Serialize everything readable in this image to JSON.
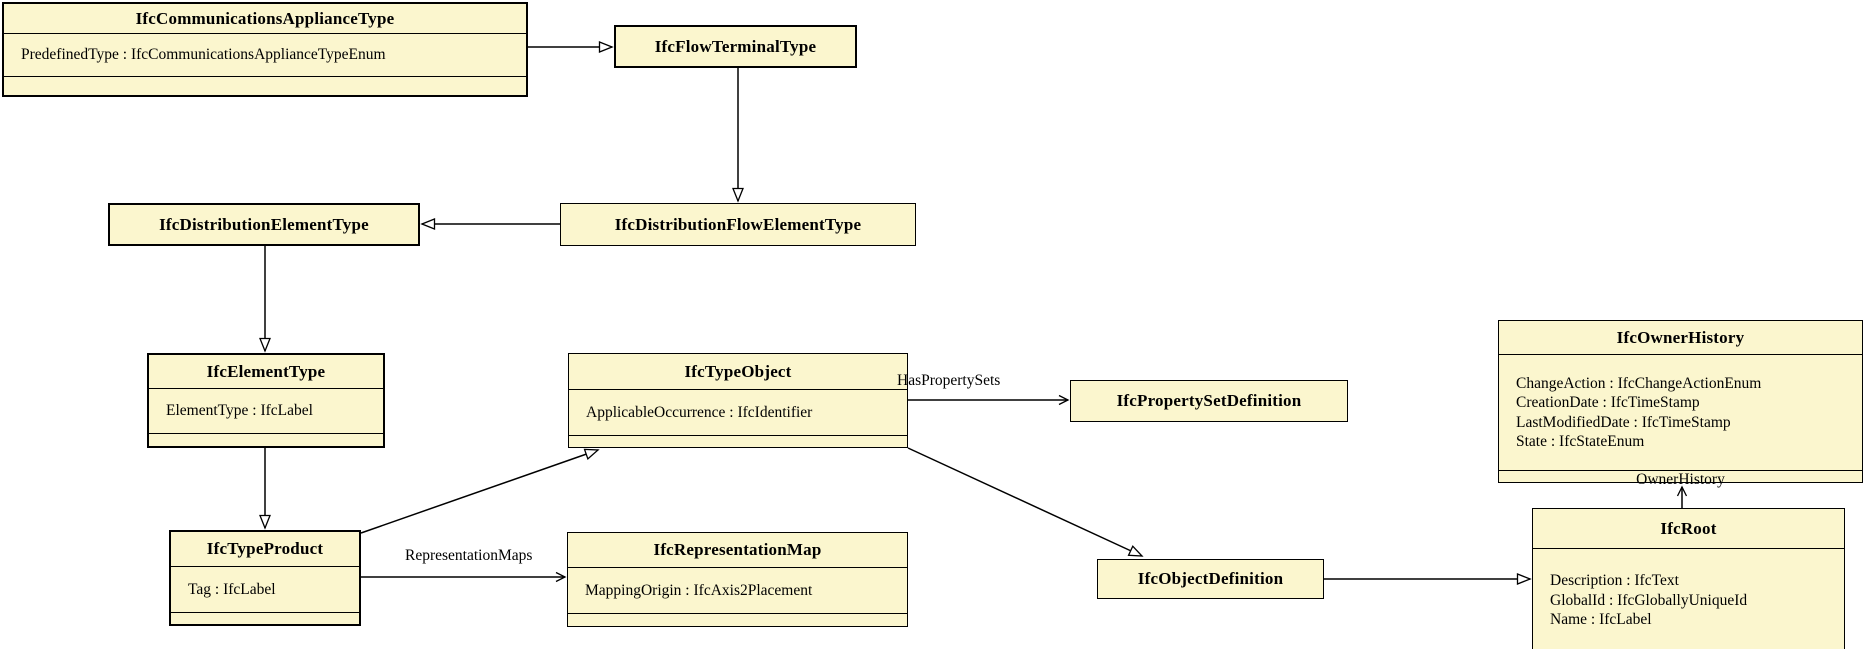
{
  "diagram": {
    "kind": "uml-class-diagram",
    "subject": "IFC entity inheritance and associations"
  },
  "colors": {
    "box_fill": "#FBF6CE",
    "box_border": "#000000",
    "background": "#FFFFFF"
  },
  "classes": {
    "communications_appliance_type": {
      "title": "IfcCommunicationsApplianceType",
      "attributes": [
        "PredefinedType : IfcCommunicationsApplianceTypeEnum"
      ]
    },
    "flow_terminal_type": {
      "title": "IfcFlowTerminalType"
    },
    "distribution_element_type": {
      "title": "IfcDistributionElementType"
    },
    "distribution_flow_element_type": {
      "title": "IfcDistributionFlowElementType"
    },
    "element_type": {
      "title": "IfcElementType",
      "attributes": [
        "ElementType : IfcLabel"
      ]
    },
    "type_product": {
      "title": "IfcTypeProduct",
      "attributes": [
        "Tag : IfcLabel"
      ]
    },
    "type_object": {
      "title": "IfcTypeObject",
      "attributes": [
        "ApplicableOccurrence : IfcIdentifier"
      ]
    },
    "property_set_definition": {
      "title": "IfcPropertySetDefinition"
    },
    "representation_map": {
      "title": "IfcRepresentationMap",
      "attributes": [
        "MappingOrigin : IfcAxis2Placement"
      ]
    },
    "object_definition": {
      "title": "IfcObjectDefinition"
    },
    "root": {
      "title": "IfcRoot",
      "attributes": [
        "Description : IfcText",
        "GlobalId : IfcGloballyUniqueId",
        "Name : IfcLabel"
      ]
    },
    "owner_history": {
      "title": "IfcOwnerHistory",
      "attributes": [
        "ChangeAction : IfcChangeActionEnum",
        "CreationDate : IfcTimeStamp",
        "LastModifiedDate : IfcTimeStamp",
        "State : IfcStateEnum"
      ]
    }
  },
  "edge_labels": {
    "has_property_sets": "HasPropertySets",
    "representation_maps": "RepresentationMaps",
    "owner_history": "OwnerHistory"
  }
}
